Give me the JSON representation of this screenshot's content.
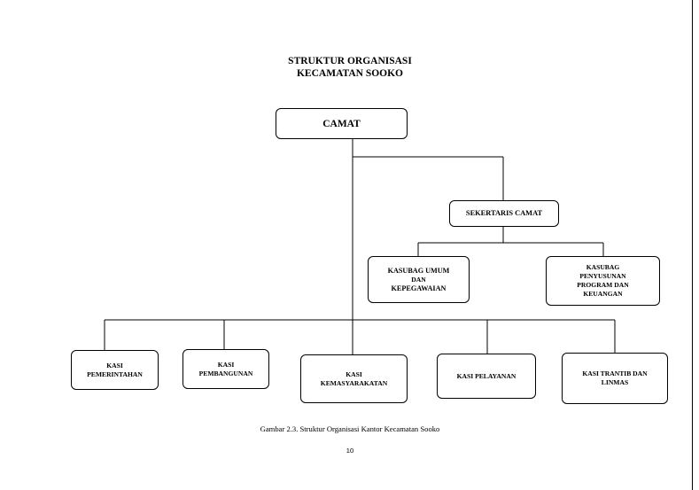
{
  "title": {
    "line1": "STRUKTUR ORGANISASI",
    "line2": "KECAMATAN SOOKO"
  },
  "nodes": {
    "camat": "CAMAT",
    "sekertaris": "SEKERTARIS CAMAT",
    "kasubag_umum": [
      "KASUBAG UMUM",
      "DAN",
      "KEPEGAWAIAN"
    ],
    "kasubag_program": [
      "KASUBAG",
      "PENYUSUNAN",
      "PROGRAM DAN",
      "KEUANGAN"
    ],
    "kasi_pemerintahan": [
      "KASI",
      "PEMERINTAHAN"
    ],
    "kasi_pembangunan": [
      "KASI",
      "PEMBANGUNAN"
    ],
    "kasi_kemasyarakatan": [
      "KASI",
      "KEMASYARAKATAN"
    ],
    "kasi_pelayanan": "KASI PELAYANAN",
    "kasi_trantib": [
      "KASI TRANTIB DAN",
      "LINMAS"
    ]
  },
  "caption": "Gambar 2.3. Struktur Organisasi Kantor Kecamatan Sooko",
  "page_number": "10"
}
